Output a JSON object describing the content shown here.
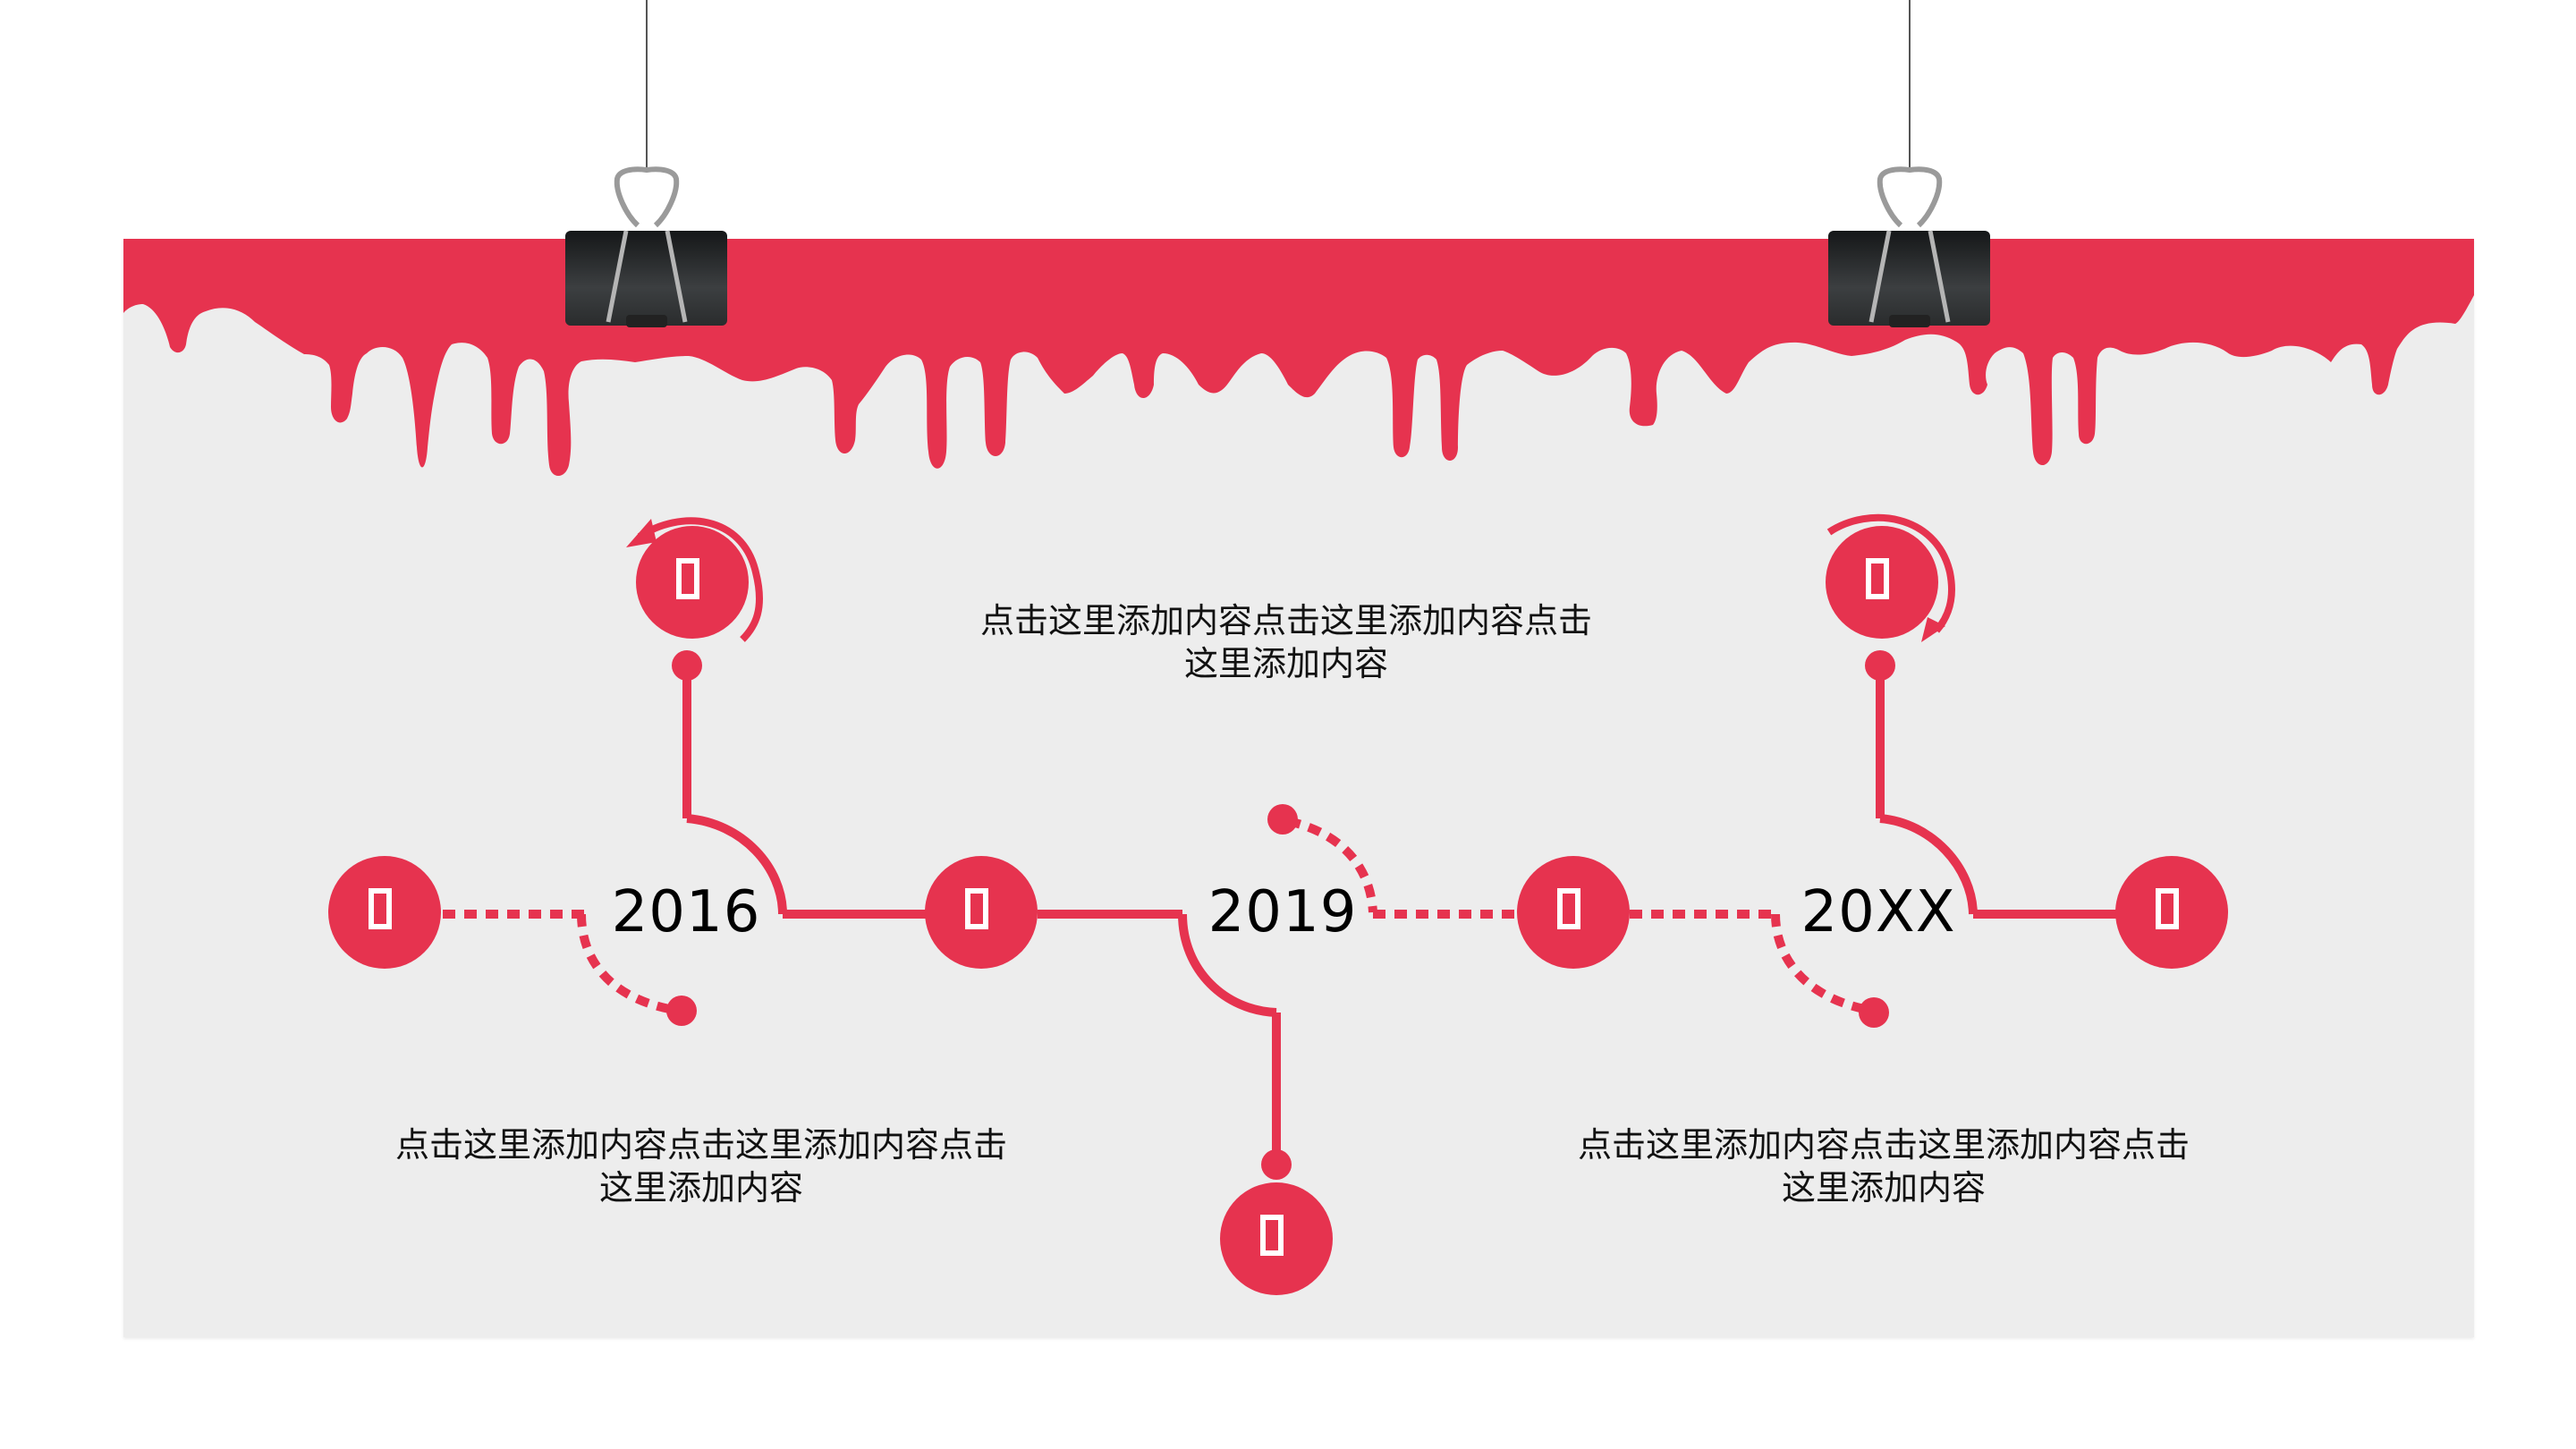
{
  "slide": {
    "accent_color": "#e6334f",
    "panel_color": "#ededed",
    "decoration": {
      "clips": [
        {
          "name": "binder-clip-left",
          "icon": "binder-clip-icon"
        },
        {
          "name": "binder-clip-right",
          "icon": "binder-clip-icon"
        }
      ],
      "header": "paint-drip-banner"
    }
  },
  "timeline": {
    "years": [
      {
        "label": "2016"
      },
      {
        "label": "2019"
      },
      {
        "label": "20XX"
      }
    ],
    "nodes": [
      {
        "id": "node-left",
        "icon": "placeholder-glyph-icon",
        "glyph": "□"
      },
      {
        "id": "node-top-left",
        "icon": "placeholder-glyph-icon",
        "glyph": "□"
      },
      {
        "id": "node-center-left",
        "icon": "placeholder-glyph-icon",
        "glyph": "□"
      },
      {
        "id": "node-bottom-center",
        "icon": "placeholder-glyph-icon",
        "glyph": "□"
      },
      {
        "id": "node-center-right",
        "icon": "placeholder-glyph-icon",
        "glyph": "□"
      },
      {
        "id": "node-top-right",
        "icon": "placeholder-glyph-icon",
        "glyph": "□"
      },
      {
        "id": "node-right",
        "icon": "placeholder-glyph-icon",
        "glyph": "□"
      }
    ],
    "descriptions": [
      {
        "line1": "点击这里添加内容点击这里添加内容点击",
        "line2": "这里添加内容"
      },
      {
        "line1": "点击这里添加内容点击这里添加内容点击",
        "line2": "这里添加内容"
      },
      {
        "line1": "点击这里添加内容点击这里添加内容点击",
        "line2": "这里添加内容"
      }
    ]
  }
}
